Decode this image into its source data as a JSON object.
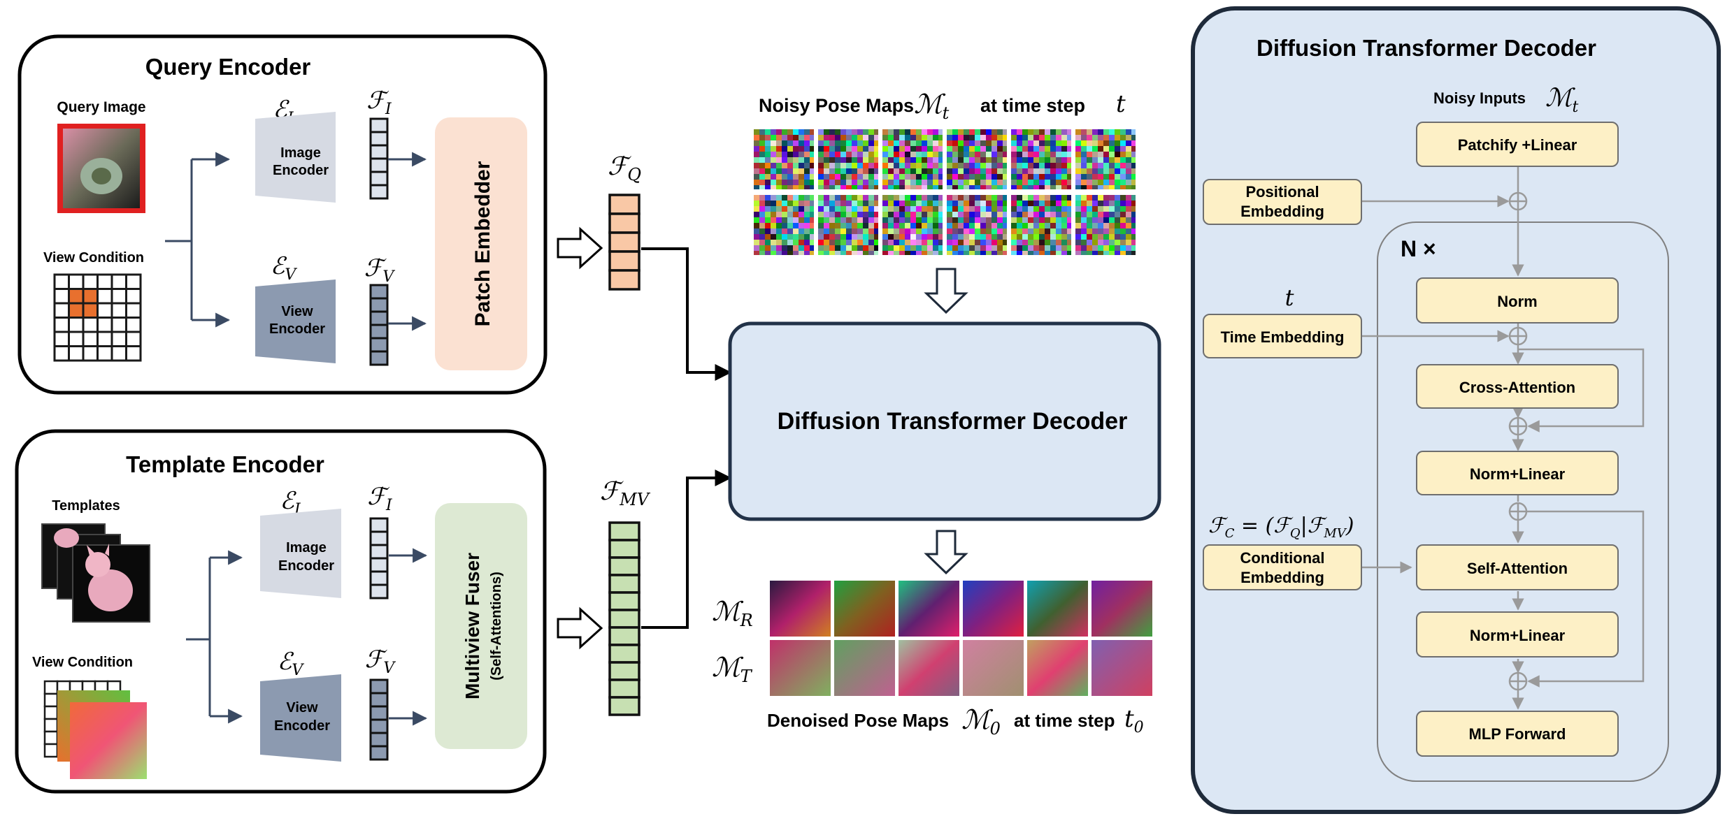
{
  "query_encoder": {
    "title": "Query Encoder",
    "query_image_label": "Query Image",
    "view_condition_label": "View Condition",
    "image_encoder_symbol": "ℰ",
    "image_encoder_sub": "I",
    "image_encoder_label_1": "Image",
    "image_encoder_label_2": "Encoder",
    "view_encoder_symbol": "ℰ",
    "view_encoder_sub": "V",
    "view_encoder_label_1": "View",
    "view_encoder_label_2": "Encoder",
    "feat_i_symbol": "ℱ",
    "feat_i_sub": "I",
    "feat_v_symbol": "ℱ",
    "feat_v_sub": "V",
    "embedder_label": "Patch Embedder"
  },
  "template_encoder": {
    "title": "Template Encoder",
    "templates_label": "Templates",
    "view_condition_label": "View Condition",
    "image_encoder_symbol": "ℰ",
    "image_encoder_sub": "I",
    "image_encoder_label_1": "Image",
    "image_encoder_label_2": "Encoder",
    "view_encoder_symbol": "ℰ",
    "view_encoder_sub": "V",
    "view_encoder_label_1": "View",
    "view_encoder_label_2": "Encoder",
    "feat_i_symbol": "ℱ",
    "feat_i_sub": "I",
    "feat_v_symbol": "ℱ",
    "feat_v_sub": "V",
    "fuser_label": "Multiview Fuser",
    "fuser_sublabel": "(Self-Attentions)"
  },
  "middle": {
    "fq_symbol": "ℱ",
    "fq_sub": "Q",
    "fmv_symbol": "ℱ",
    "fmv_sub": "MV",
    "noisy_label": "Noisy Pose Maps",
    "noisy_symbol": "ℳ",
    "noisy_sub": "t",
    "at_time_step": "at time step",
    "t_symbol": "t",
    "decoder_label": "Diffusion Transformer Decoder",
    "mr_symbol": "ℳ",
    "mr_sub": "R",
    "mt_symbol": "ℳ",
    "mt_sub": "T",
    "denoised_label": "Denoised Pose Maps",
    "denoised_symbol": "ℳ",
    "denoised_sub": "0",
    "at_time_step_2": "at time step",
    "t0_symbol": "t",
    "t0_sub": "0"
  },
  "right_panel": {
    "title": "Diffusion Transformer Decoder",
    "noisy_inputs_label": "Noisy Inputs",
    "noisy_inputs_symbol": "ℳ",
    "noisy_inputs_sub": "t",
    "patchify": "Patchify +Linear",
    "positional_1": "Positional",
    "positional_2": "Embedding",
    "n_times": "N ×",
    "t_symbol": "t",
    "time_embedding": "Time Embedding",
    "norm": "Norm",
    "cross_attention": "Cross-Attention",
    "norm_linear_1": "Norm+Linear",
    "fc_formula_lhs": "ℱ",
    "fc_formula_lhs_sub": "C",
    "fc_formula_rhs": " = (ℱ",
    "fc_formula_rhs_sub1": "Q",
    "fc_formula_mid": "|ℱ",
    "fc_formula_rhs_sub2": "MV",
    "fc_formula_end": ")",
    "conditional_1": "Conditional",
    "conditional_2": "Embedding",
    "self_attention": "Self-Attention",
    "norm_linear_2": "Norm+Linear",
    "mlp_forward": "MLP Forward"
  }
}
